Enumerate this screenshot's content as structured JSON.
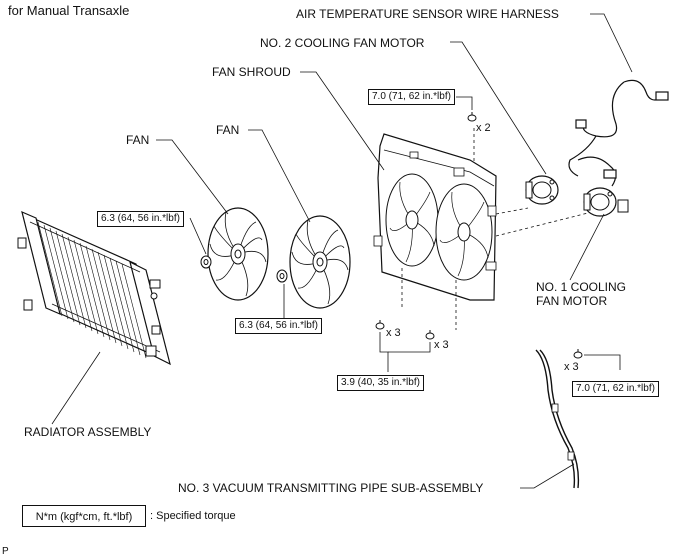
{
  "header": {
    "caption": "for Manual Transaxle"
  },
  "labels": {
    "air_temp_harness": "AIR TEMPERATURE SENSOR WIRE HARNESS",
    "no2_fan_motor": "NO. 2 COOLING FAN MOTOR",
    "fan_shroud": "FAN SHROUD",
    "fan_left": "FAN",
    "fan_right": "FAN",
    "no1_fan_motor_line1": "NO. 1 COOLING",
    "no1_fan_motor_line2": "FAN MOTOR",
    "radiator": "RADIATOR ASSEMBLY",
    "vacuum_pipe": "NO. 3 VACUUM TRANSMITTING PIPE SUB-ASSEMBLY"
  },
  "torques": {
    "motor_top": "7.0 (71, 62 in.*lbf)",
    "fan_left": "6.3 (64, 56 in.*lbf)",
    "fan_right": "6.3 (64, 56 in.*lbf)",
    "shroud_bolts": "3.9 (40, 35 in.*lbf)",
    "pipe_bolts": "7.0 (71, 62 in.*lbf)"
  },
  "quantities": {
    "motor_top": "x 2",
    "shroud_left": "x 3",
    "shroud_right": "x 3",
    "pipe": "x 3"
  },
  "legend": {
    "box_text": "N*m (kgf*cm, ft.*lbf)",
    "description": ": Specified torque"
  },
  "footer": {
    "code": "P"
  },
  "icons": [
    "radiator-icon",
    "fan-icon",
    "fan-shroud-icon",
    "fan-motor-icon",
    "wire-harness-icon",
    "vacuum-pipe-icon",
    "bolt-icon",
    "nut-icon"
  ]
}
